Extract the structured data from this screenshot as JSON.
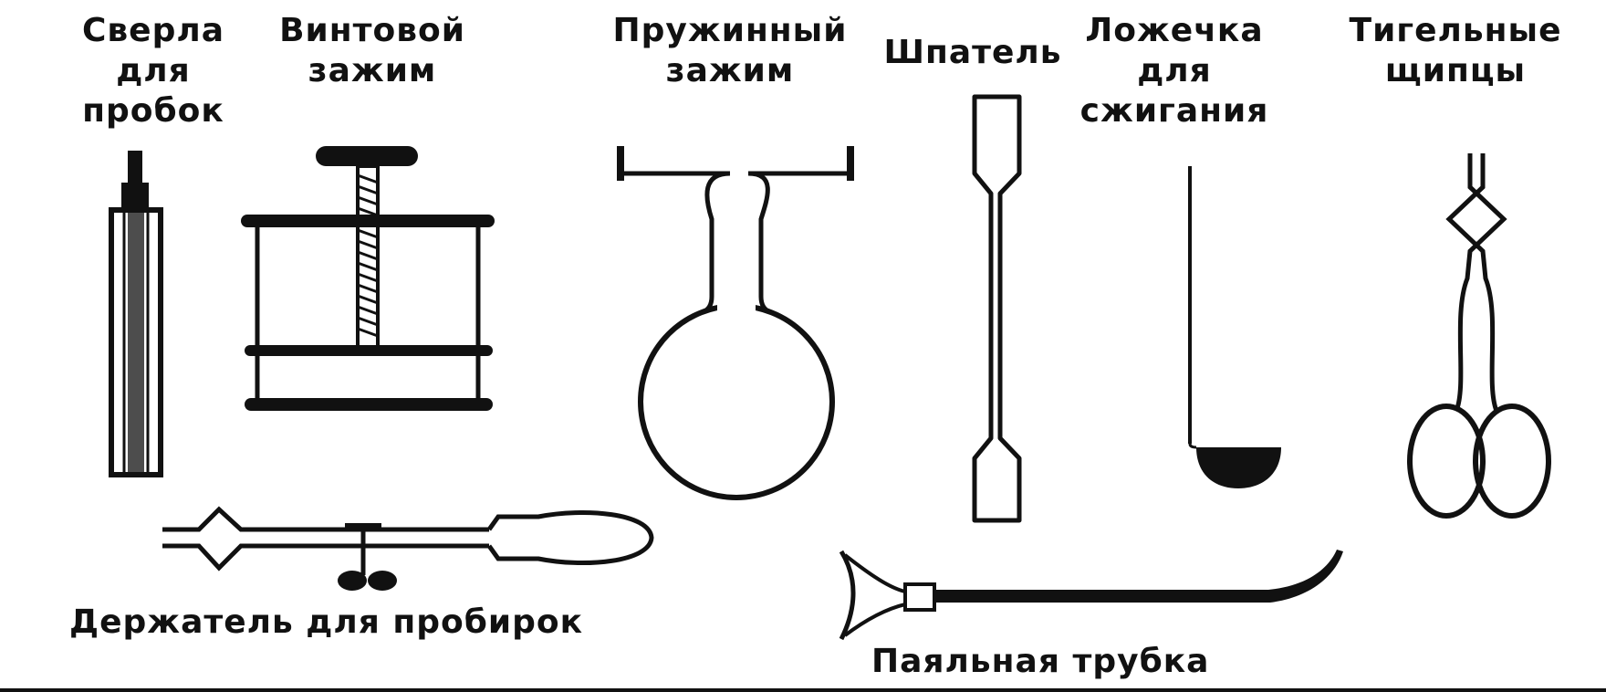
{
  "labels": {
    "cork_borers": [
      "Сверла",
      "для",
      "пробок"
    ],
    "screw_clamp": [
      "Винтовой",
      "зажим"
    ],
    "spring_clamp": [
      "Пружинный",
      "зажим"
    ],
    "spatula": "Шпатель",
    "deflagrating_spoon": [
      "Ложечка",
      "для",
      "сжигания"
    ],
    "crucible_tongs": [
      "Тигельные",
      "щипцы"
    ],
    "test_tube_holder": "Держатель для пробирок",
    "blowpipe": "Паяльная трубка"
  },
  "colors": {
    "ink": "#111111",
    "background": "#ffffff"
  }
}
